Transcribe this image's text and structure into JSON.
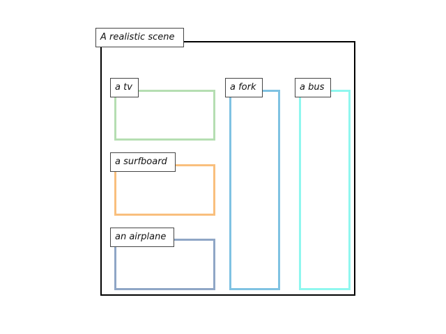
{
  "scene": {
    "title": "A realistic scene",
    "frame_color": "#000000"
  },
  "objects": [
    {
      "id": "tv",
      "label": "a tv",
      "color": "#b5deb2"
    },
    {
      "id": "surfboard",
      "label": "a surfboard",
      "color": "#f9bf7d"
    },
    {
      "id": "airplane",
      "label": "an airplane",
      "color": "#8fa6c6"
    },
    {
      "id": "fork",
      "label": "a fork",
      "color": "#7fc2e2"
    },
    {
      "id": "bus",
      "label": "a bus",
      "color": "#8ff7ef"
    }
  ]
}
